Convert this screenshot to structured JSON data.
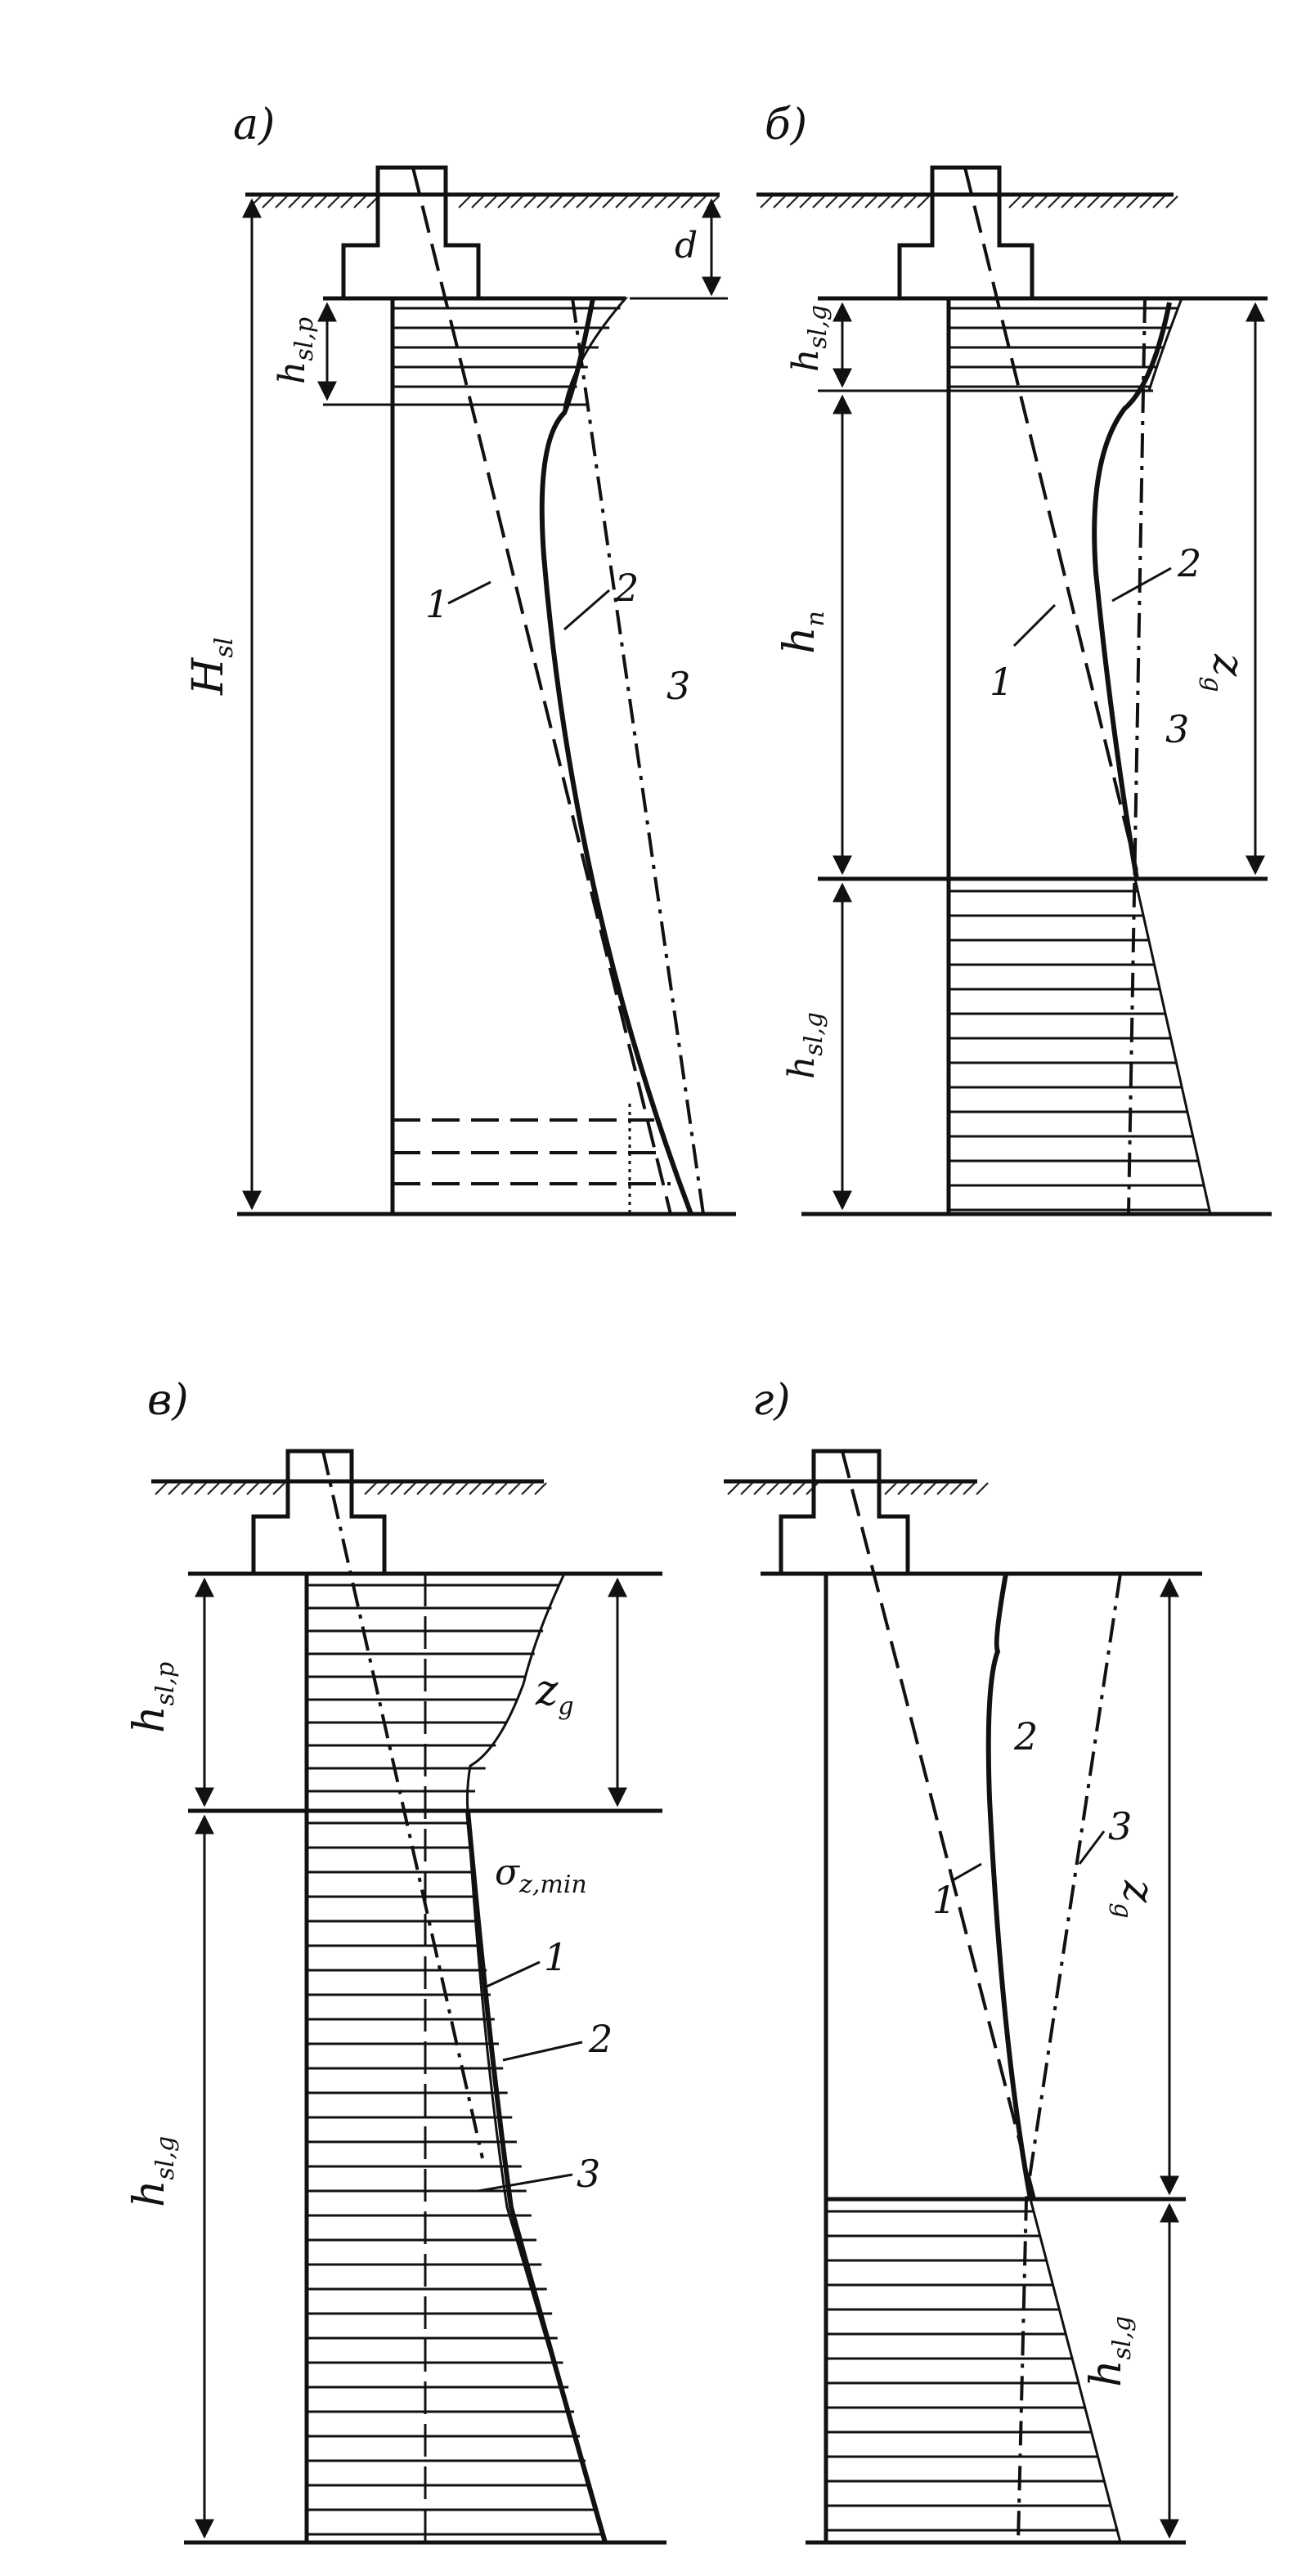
{
  "panels": [
    {
      "id": "a",
      "letter": "а)",
      "labels": {
        "depth": "d",
        "total": "H",
        "total_sub": "sl",
        "top": "h",
        "top_sub": "sl,p"
      },
      "curves": [
        "1",
        "2",
        "3"
      ]
    },
    {
      "id": "b",
      "letter": "б)",
      "labels": {
        "top": "h",
        "top_sub": "sl,g",
        "mid": "h",
        "mid_sub": "n",
        "bottom": "h",
        "bottom_sub": "sl,g",
        "zone": "z",
        "zone_sub": "g"
      },
      "curves": [
        "1",
        "2",
        "3"
      ]
    },
    {
      "id": "v",
      "letter": "в)",
      "labels": {
        "top": "h",
        "top_sub": "sl,p",
        "zone": "z",
        "zone_sub": "g",
        "sigma": "σ",
        "sigma_sub": "z,min",
        "bottom": "h",
        "bottom_sub": "sl,g"
      },
      "curves": [
        "1",
        "2",
        "3"
      ]
    },
    {
      "id": "g",
      "letter": "г)",
      "labels": {
        "zone": "z",
        "zone_sub": "g",
        "bottom": "h",
        "bottom_sub": "sl,g"
      },
      "curves": [
        "1",
        "2",
        "3"
      ]
    }
  ]
}
